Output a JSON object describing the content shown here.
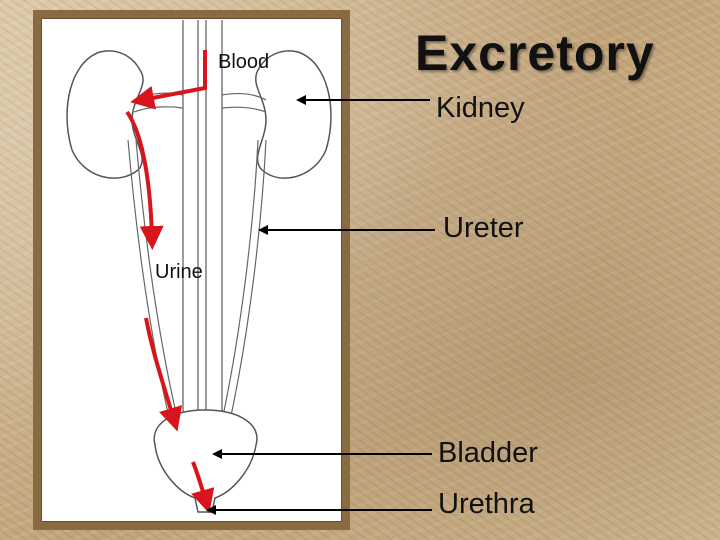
{
  "slide": {
    "title": "Excretory",
    "labels": {
      "kidney": "Kidney",
      "ureter": "Ureter",
      "bladder": "Bladder",
      "urethra": "Urethra",
      "blood": "Blood",
      "urine": "Urine"
    }
  },
  "colors": {
    "flow_arrow": "#d8141c",
    "pointer_line": "#000000",
    "outline": "#555555"
  }
}
